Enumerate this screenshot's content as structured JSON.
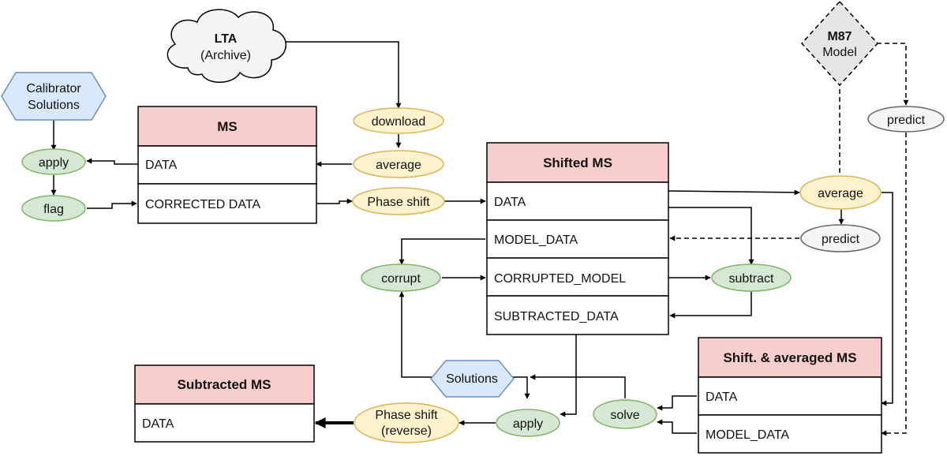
{
  "lta": {
    "title": "LTA",
    "subtitle": "(Archive)"
  },
  "m87": {
    "line1": "M87",
    "line2": "Model"
  },
  "calibrator": {
    "line1": "Calibrator",
    "line2": "Solutions"
  },
  "ms": {
    "title": "MS",
    "rows": [
      "DATA",
      "CORRECTED DATA"
    ]
  },
  "shifted_ms": {
    "title": "Shifted MS",
    "rows": [
      "DATA",
      "MODEL_DATA",
      "CORRUPTED_MODEL",
      "SUBTRACTED_DATA"
    ]
  },
  "avg_ms": {
    "title": "Shift. & averaged MS",
    "rows": [
      "DATA",
      "MODEL_DATA"
    ]
  },
  "subtracted_ms": {
    "title": "Subtracted MS",
    "rows": [
      "DATA"
    ]
  },
  "ops": {
    "apply_left": "apply",
    "flag": "flag",
    "download": "download",
    "average_top": "average",
    "phase_shift": "Phase shift",
    "average_right": "average",
    "predict_mid": "predict",
    "predict_top": "predict",
    "corrupt": "corrupt",
    "subtract": "subtract",
    "solutions": "Solutions",
    "solve": "solve",
    "apply_bottom": "apply",
    "phase_shift_rev_1": "Phase shift",
    "phase_shift_rev_2": "(reverse)"
  },
  "colors": {
    "header_fill": "#f8cecc",
    "green_fill": "#d5e8d4",
    "green_stroke": "#82b366",
    "yellow_fill": "#fff2cc",
    "yellow_stroke": "#d6b656",
    "gray_fill": "#f5f5f5",
    "gray_stroke": "#666666",
    "blue_fill": "#dae8fc",
    "blue_stroke": "#6c8ebf"
  }
}
